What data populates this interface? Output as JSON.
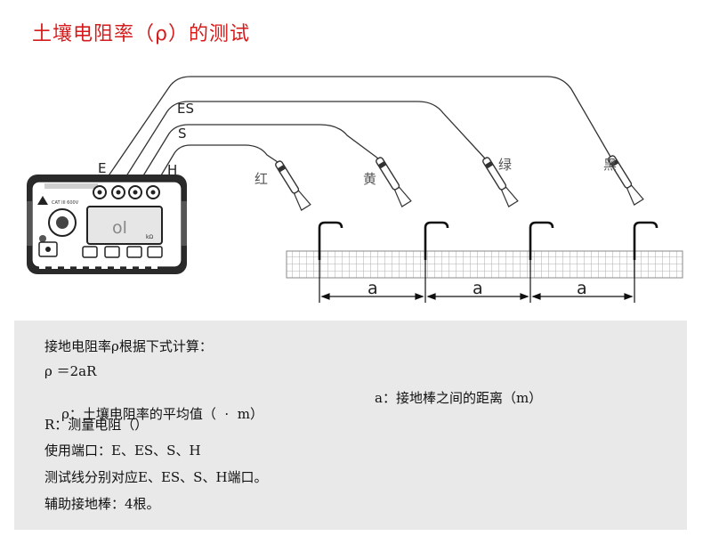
{
  "title": "土壤电阻率（ρ）的测试",
  "diagram": {
    "terminals": [
      "E",
      "ES",
      "S",
      "H"
    ],
    "clip_colors": [
      "红",
      "黄",
      "绿",
      "黑"
    ],
    "spacing_label": "a",
    "meter": {
      "brand": "CAT III 600V",
      "display_text": "ol",
      "unit_text": "kΩ"
    }
  },
  "info": {
    "line1": "接地电阻率ρ根据下式计算：",
    "line2": "ρ ＝2aR",
    "line3a": "ρ：土壤电阻率的平均值（  ·  m）",
    "line3b": "a：接地棒之间的距离（m）",
    "line4": "R：测量电阻（）",
    "line5": "使用端口：E、ES、S、H",
    "line6": "测试线分别对应E、ES、S、H端口。",
    "line7": "辅助接地棒：4根。"
  }
}
